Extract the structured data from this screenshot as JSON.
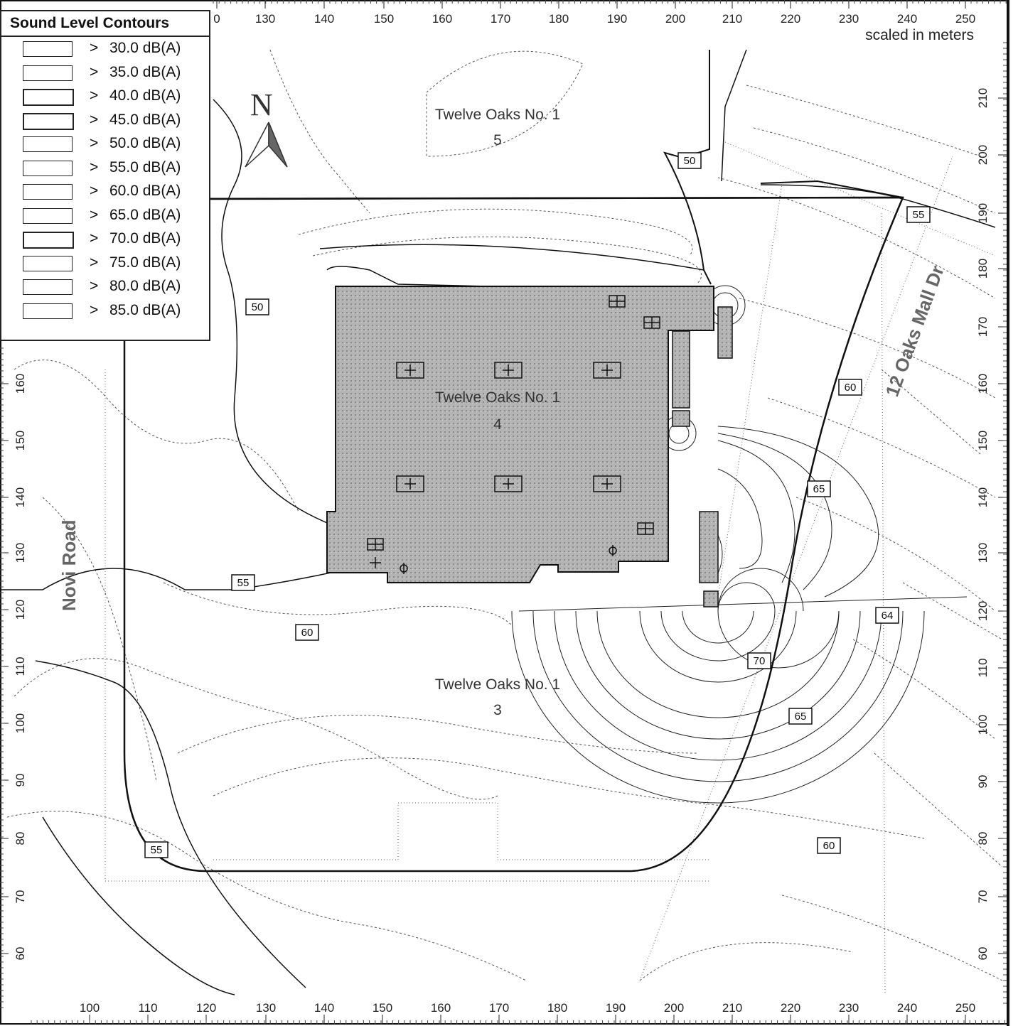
{
  "legend": {
    "title": "Sound Level Contours",
    "items": [
      {
        "op": ">",
        "label": "30.0 dB(A)",
        "border_px": 1
      },
      {
        "op": ">",
        "label": "35.0 dB(A)",
        "border_px": 1
      },
      {
        "op": ">",
        "label": "40.0 dB(A)",
        "border_px": 2
      },
      {
        "op": ">",
        "label": "45.0 dB(A)",
        "border_px": 2
      },
      {
        "op": ">",
        "label": "50.0 dB(A)",
        "border_px": 1
      },
      {
        "op": ">",
        "label": "55.0 dB(A)",
        "border_px": 1
      },
      {
        "op": ">",
        "label": "60.0 dB(A)",
        "border_px": 1
      },
      {
        "op": ">",
        "label": "65.0 dB(A)",
        "border_px": 1
      },
      {
        "op": ">",
        "label": "70.0 dB(A)",
        "border_px": 2
      },
      {
        "op": ">",
        "label": "75.0 dB(A)",
        "border_px": 1
      },
      {
        "op": ">",
        "label": "80.0 dB(A)",
        "border_px": 1
      },
      {
        "op": ">",
        "label": "85.0 dB(A)",
        "border_px": 1
      }
    ]
  },
  "axes": {
    "units_note": "scaled in meters",
    "top_ticks": [
      "0",
      "130",
      "140",
      "150",
      "160",
      "170",
      "180",
      "190",
      "200",
      "210",
      "220",
      "230",
      "240",
      "250"
    ],
    "bottom_ticks": [
      "100",
      "110",
      "120",
      "130",
      "140",
      "150",
      "160",
      "170",
      "180",
      "190",
      "200",
      "210",
      "220",
      "230",
      "240",
      "250"
    ],
    "left_ticks": [
      "160",
      "150",
      "140",
      "130",
      "120",
      "110",
      "100",
      "90",
      "80",
      "70",
      "60"
    ],
    "right_ticks": [
      "210",
      "200",
      "190",
      "180",
      "170",
      "160",
      "150",
      "140",
      "130",
      "120",
      "110",
      "100",
      "90",
      "80",
      "70",
      "60"
    ]
  },
  "north_arrow": {
    "label": "N"
  },
  "areas": [
    {
      "name": "Twelve Oaks No. 1",
      "number": "5"
    },
    {
      "name": "Twelve Oaks No. 1",
      "number": "4"
    },
    {
      "name": "Twelve Oaks No. 1",
      "number": "3"
    }
  ],
  "roads": {
    "novi": "Novi Road",
    "mall": "12 Oaks Mall Dr"
  },
  "contour_labels": [
    "50",
    "50",
    "55",
    "60",
    "65",
    "55",
    "60",
    "64",
    "70",
    "65",
    "55",
    "60"
  ],
  "colors": {
    "building_fill": "#a9a9a9",
    "line": "#111111",
    "thin_line": "#555555"
  }
}
